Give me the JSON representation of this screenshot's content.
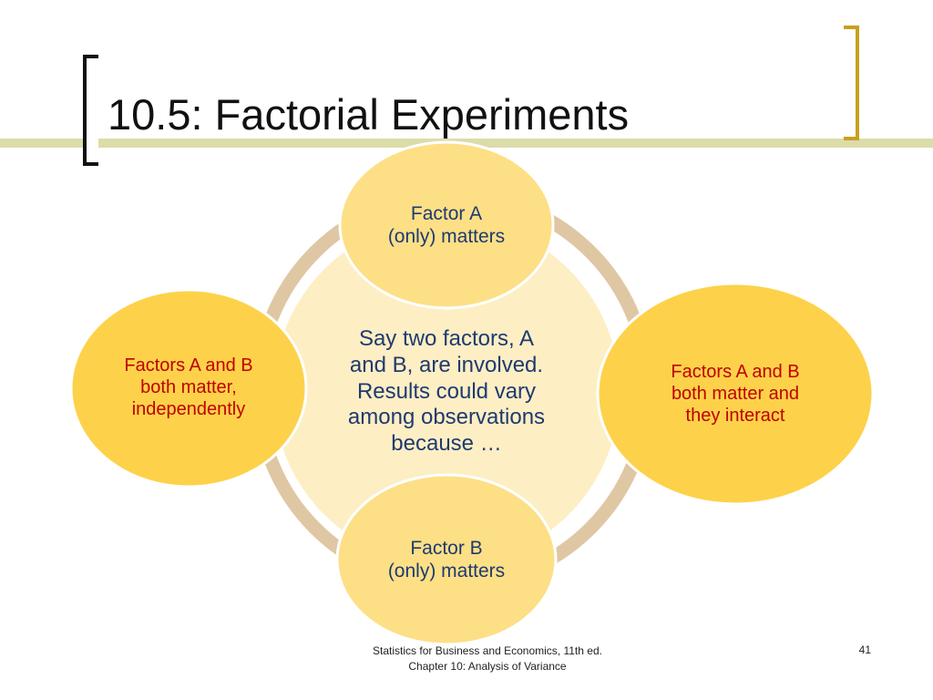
{
  "slide": {
    "title": "10.5: Factorial Experiments",
    "center_text": "Say two factors, A\nand B, are involved.\nResults could vary\namong observations\nbecause …",
    "circles": {
      "top": "Factor A\n(only) matters",
      "left": "Factors A and B\nboth matter,\nindependently",
      "right": "Factors A and B\nboth matter and\nthey interact",
      "bottom": "Factor B\n(only) matters"
    },
    "footer_line1": "Statistics for Business and Economics, 11th ed.",
    "footer_line2": "Chapter 10: Analysis of Variance",
    "page_number": "41"
  },
  "colors": {
    "ring": "#dfc7a4",
    "center_fill": "#fdeec4",
    "top_bottom_fill": "#fddf86",
    "side_fill": "#fdd24a",
    "blue_text": "#1f3a70",
    "red_text": "#c00000",
    "title_bar": "#dcdcaa",
    "bracket_gold": "#c8a020"
  }
}
